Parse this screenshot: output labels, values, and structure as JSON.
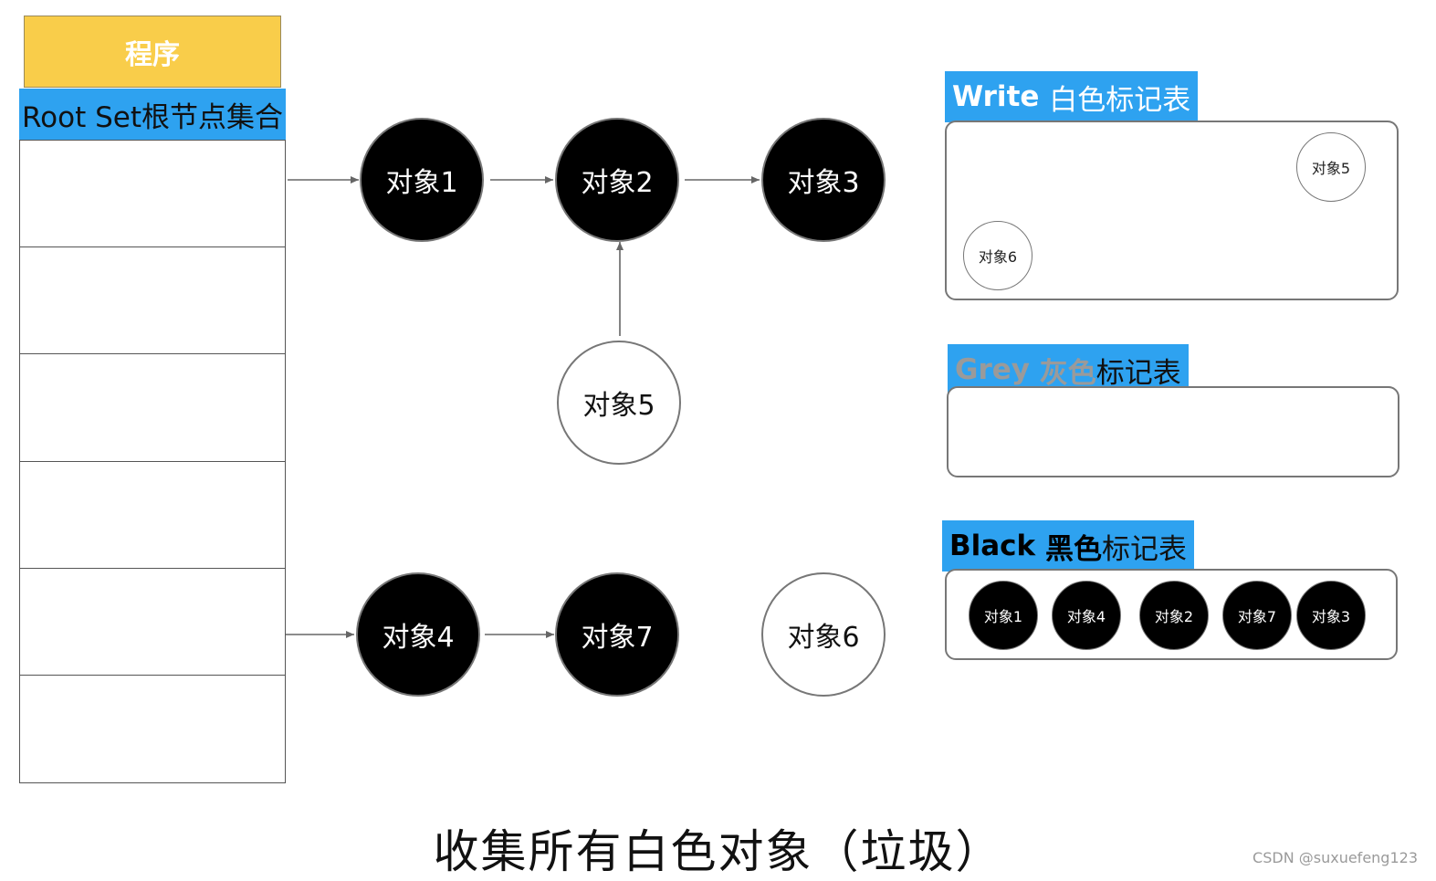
{
  "program": {
    "label": "程序"
  },
  "root_set": {
    "label": "Root Set根节点集合",
    "rows": 6
  },
  "nodes": {
    "obj1": {
      "label": "对象1",
      "color": "black"
    },
    "obj2": {
      "label": "对象2",
      "color": "black"
    },
    "obj3": {
      "label": "对象3",
      "color": "black"
    },
    "obj5": {
      "label": "对象5",
      "color": "white"
    },
    "obj4": {
      "label": "对象4",
      "color": "black"
    },
    "obj7": {
      "label": "对象7",
      "color": "black"
    },
    "obj6": {
      "label": "对象6",
      "color": "white"
    }
  },
  "white_table": {
    "title_en": "Write",
    "title_cn": "白色标记表",
    "items": [
      "对象5",
      "对象6"
    ]
  },
  "grey_table": {
    "title_en": "Grey",
    "title_cn_grey": "灰色",
    "title_cn": "标记表",
    "items": []
  },
  "black_table": {
    "title_en": "Black",
    "title_cn_black": "黑色",
    "title_cn": "标记表",
    "items": [
      "对象1",
      "对象4",
      "对象2",
      "对象7",
      "对象3"
    ]
  },
  "caption": "收集所有白色对象（垃圾）",
  "watermark": "CSDN @suxuefeng123",
  "colors": {
    "program_header": "#f9cd4a",
    "header_blue": "#2ea2f0",
    "black_node": "#000000",
    "white_node": "#ffffff",
    "grey_text": "#9a9a9a"
  }
}
